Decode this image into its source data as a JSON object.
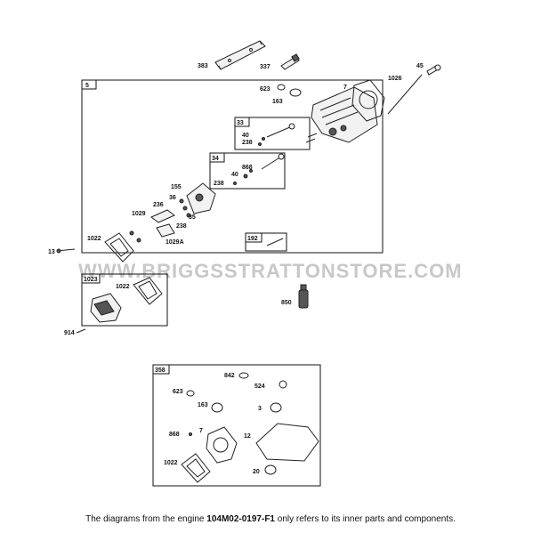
{
  "watermark": "WWW.BRIGGSSTRATTONSTORE.COM",
  "footnote": {
    "prefix": "The diagrams from the engine ",
    "model": "104M02-0197-F1",
    "suffix": " only refers to its inner parts and components."
  },
  "boxes": {
    "main": "5",
    "b33": "33",
    "b34": "34",
    "b192": "192",
    "b1023": "1023",
    "b358": "358"
  },
  "labels": {
    "p383": "383",
    "p337": "337",
    "p1026": "1026",
    "p45": "45",
    "p623a": "623",
    "p163a": "163",
    "p7a": "7",
    "p40a": "40",
    "p238a": "238",
    "p868a": "868",
    "p40b": "40",
    "p238b": "238",
    "p155": "155",
    "p36": "36",
    "p236": "236",
    "p1029": "1029",
    "p35": "35",
    "p238c": "238",
    "p1029A": "1029A",
    "p13": "13",
    "p1022a": "1022",
    "p1022b": "1022",
    "p914": "914",
    "p850": "850",
    "p842": "842",
    "p524": "524",
    "p623b": "623",
    "p163b": "163",
    "p3": "3",
    "p868b": "868",
    "p7b": "7",
    "p12": "12",
    "p1022c": "1022",
    "p20": "20"
  }
}
